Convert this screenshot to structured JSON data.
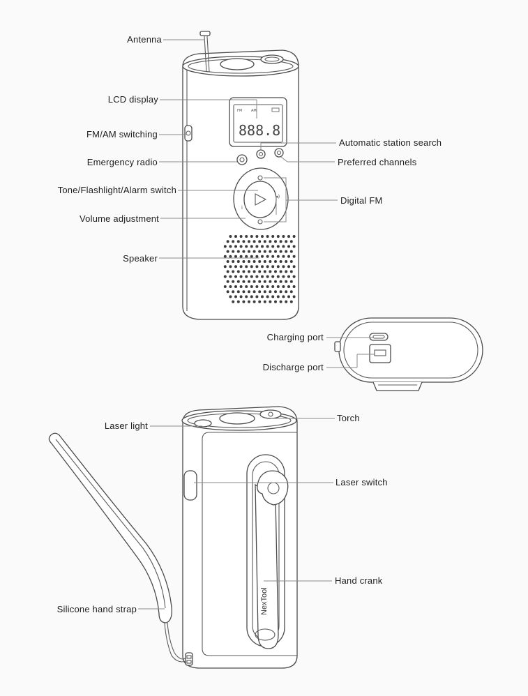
{
  "labels": {
    "antenna": "Antenna",
    "lcd_display": "LCD display",
    "fm_am_switching": "FM/AM switching",
    "emergency_radio": "Emergency radio",
    "tone_flashlight_alarm": "Tone/Flashlight/Alarm switch",
    "volume_adjustment": "Volume adjustment",
    "speaker": "Speaker",
    "automatic_station_search": "Automatic station search",
    "preferred_channels": "Preferred channels",
    "digital_fm": "Digital FM",
    "charging_port": "Charging port",
    "discharge_port": "Discharge port",
    "laser_light": "Laser light",
    "torch": "Torch",
    "laser_switch": "Laser switch",
    "hand_crank": "Hand crank",
    "silicone_hand_strap": "Silicone hand strap"
  },
  "lcd": {
    "digits": "888.8"
  },
  "brand": "NexTool",
  "colors": {
    "background": "#fafafa",
    "outline": "#4a4a4a",
    "leader": "#8a8a8a",
    "text": "#1d1d1d"
  }
}
